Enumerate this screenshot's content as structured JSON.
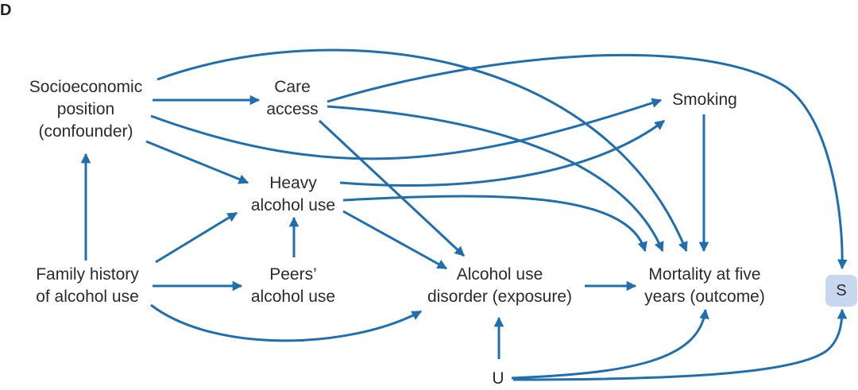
{
  "panel_label": "D",
  "nodes": {
    "ses": {
      "lines": [
        "Socioeconomic",
        "position",
        "(confounder)"
      ]
    },
    "care": {
      "lines": [
        "Care",
        "access"
      ]
    },
    "smoking": {
      "lines": [
        "Smoking"
      ]
    },
    "heavy": {
      "lines": [
        "Heavy",
        "alcohol use"
      ]
    },
    "family": {
      "lines": [
        "Family history",
        "of alcohol use"
      ]
    },
    "peers": {
      "lines": [
        "Peers’",
        "alcohol use"
      ]
    },
    "aud": {
      "lines": [
        "Alcohol use",
        "disorder (exposure)"
      ]
    },
    "mort": {
      "lines": [
        "Mortality at five",
        "years (outcome)"
      ]
    },
    "u": {
      "lines": [
        "U"
      ]
    },
    "s": {
      "lines": [
        "S"
      ]
    }
  },
  "edges": [
    {
      "from": "ses",
      "to": "care"
    },
    {
      "from": "ses",
      "to": "smoking"
    },
    {
      "from": "ses",
      "to": "heavy"
    },
    {
      "from": "ses",
      "to": "mort"
    },
    {
      "from": "family",
      "to": "ses"
    },
    {
      "from": "family",
      "to": "heavy"
    },
    {
      "from": "family",
      "to": "peers"
    },
    {
      "from": "family",
      "to": "aud"
    },
    {
      "from": "peers",
      "to": "heavy"
    },
    {
      "from": "care",
      "to": "s"
    },
    {
      "from": "care",
      "to": "mort"
    },
    {
      "from": "care",
      "to": "aud"
    },
    {
      "from": "heavy",
      "to": "smoking"
    },
    {
      "from": "heavy",
      "to": "mort"
    },
    {
      "from": "heavy",
      "to": "aud"
    },
    {
      "from": "smoking",
      "to": "mort"
    },
    {
      "from": "aud",
      "to": "mort"
    },
    {
      "from": "u",
      "to": "aud"
    },
    {
      "from": "u",
      "to": "mort"
    },
    {
      "from": "u",
      "to": "s"
    }
  ],
  "colors": {
    "edge": "#1f6fb0",
    "s_node_fill": "#c8d7ef",
    "text": "#2b2b2b"
  }
}
